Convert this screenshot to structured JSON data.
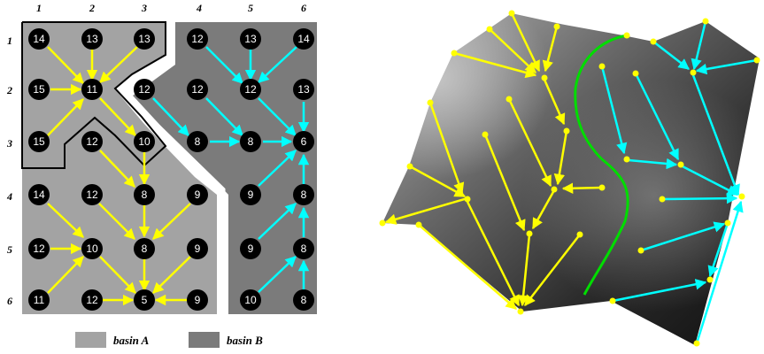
{
  "colors": {
    "basin_a": "#a3a3a3",
    "basin_b": "#7b7b7b",
    "yellow": "#ffff00",
    "cyan": "#00ffff",
    "divide": "#00dd00"
  },
  "grid": {
    "col_labels": [
      "1",
      "2",
      "3",
      "4",
      "5",
      "6"
    ],
    "row_labels": [
      "1",
      "2",
      "3",
      "4",
      "5",
      "6"
    ],
    "values": [
      [
        "14",
        "13",
        "13",
        "12",
        "13",
        "14"
      ],
      [
        "15",
        "11",
        "",
        "12",
        "12",
        "13"
      ],
      [
        "15",
        "12",
        "10",
        "8",
        "8",
        "6"
      ],
      [
        "14",
        "12",
        "8",
        "9",
        "9",
        "8"
      ],
      [
        "12",
        "10",
        "8",
        "9",
        "9",
        "8"
      ],
      [
        "11",
        "12",
        "5",
        "9",
        "10",
        "8"
      ]
    ],
    "extra_node": "12"
  },
  "legend": {
    "basin_a": "basin A",
    "basin_b": "basin B"
  }
}
